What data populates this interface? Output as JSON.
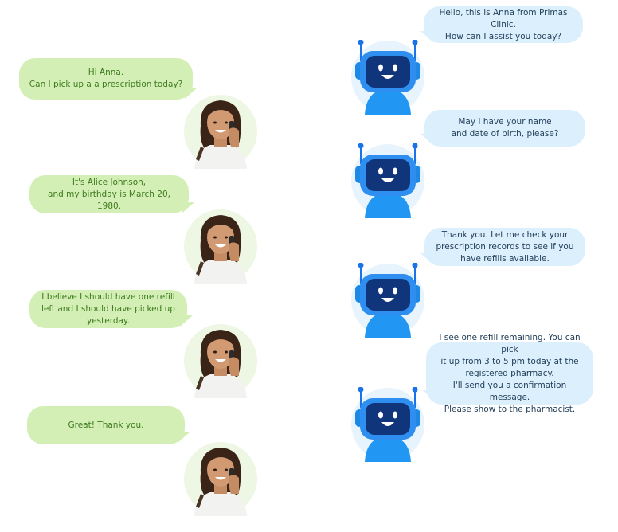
{
  "colors": {
    "user_bubble": "#d3efb5",
    "user_text": "#3e7a1e",
    "bot_bubble": "#dbeffc",
    "bot_text": "#24405a"
  },
  "conversation": {
    "bot_messages": [
      {
        "text": "Hello, this is Anna from Primas Clinic.\nHow can I assist you today?",
        "icon": "robot-icon"
      },
      {
        "text": "May I have your name\nand date of birth, please?",
        "icon": "robot-icon"
      },
      {
        "text": "Thank you. Let me check your\nprescription records to see if you\nhave refills available.",
        "icon": "robot-icon"
      },
      {
        "text": "I see one refill remaining. You can pick\nit up from 3 to 5 pm today at the\nregistered pharmacy.\nI'll send you a confirmation message.\nPlease show to the pharmacist.",
        "icon": "robot-icon"
      }
    ],
    "user_messages": [
      {
        "text": "Hi Anna.\nCan I pick up a a prescription today?",
        "icon": "woman-on-phone-avatar"
      },
      {
        "text": "It's Alice Johnson,\nand my birthday is March 20, 1980.",
        "icon": "woman-on-phone-avatar"
      },
      {
        "text": "I believe I should have one refill\nleft and I should have picked up\nyesterday.",
        "icon": "woman-on-phone-avatar"
      },
      {
        "text": "Great! Thank you.",
        "icon": "woman-on-phone-avatar"
      }
    ]
  }
}
